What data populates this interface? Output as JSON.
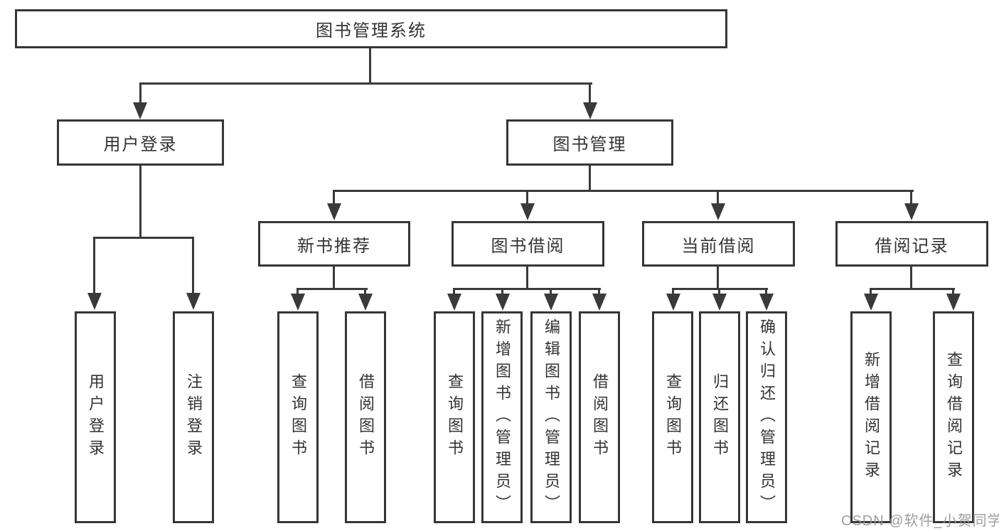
{
  "tree": {
    "root": "图书管理系统",
    "children": [
      {
        "label": "用户登录",
        "children": [
          {
            "label": "用户登录"
          },
          {
            "label": "注销登录"
          }
        ]
      },
      {
        "label": "图书管理",
        "children": [
          {
            "label": "新书推荐",
            "children": [
              {
                "label": "查询图书"
              },
              {
                "label": "借阅图书"
              }
            ]
          },
          {
            "label": "图书借阅",
            "children": [
              {
                "label": "查询图书"
              },
              {
                "label": "新增图书（管理员）"
              },
              {
                "label": "编辑图书（管理员）"
              },
              {
                "label": "借阅图书"
              }
            ]
          },
          {
            "label": "当前借阅",
            "children": [
              {
                "label": "查询图书"
              },
              {
                "label": "归还图书"
              },
              {
                "label": "确认归还（管理员）"
              }
            ]
          },
          {
            "label": "借阅记录",
            "children": [
              {
                "label": "新增借阅记录"
              },
              {
                "label": "查询借阅记录"
              }
            ]
          }
        ]
      }
    ]
  },
  "watermark": "CSDN @软件_小贺同学",
  "colors": {
    "line": "#3a3a3a",
    "border": "#363636",
    "text": "#333333",
    "watermark": "#949494",
    "background": "#ffffff"
  }
}
